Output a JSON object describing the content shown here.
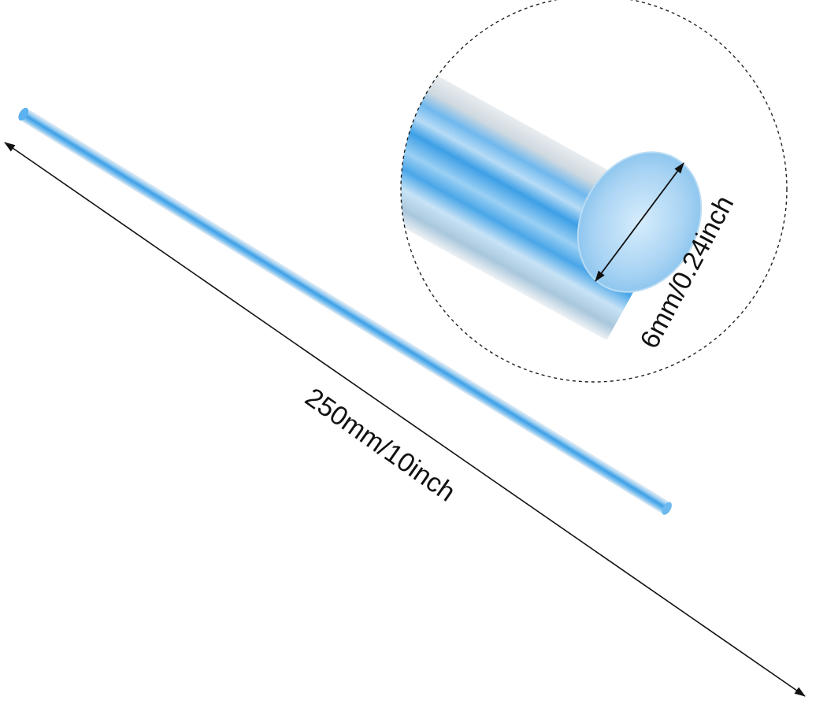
{
  "product": {
    "name": "acrylic-rod",
    "colors": {
      "rod_core": "#3fa3e8",
      "rod_core_light": "#8ccbf4",
      "rod_edge": "#dfe6ec",
      "background": "#ffffff",
      "annotation_line": "#111111"
    }
  },
  "dimensions": {
    "length_label": "250mm/10inch",
    "diameter_label": "6mm/0.24inch"
  },
  "icons": {
    "length_arrow": "double-arrow-icon",
    "diameter_arrow": "double-arrow-icon",
    "zoom_circle": "dashed-circle-icon"
  }
}
